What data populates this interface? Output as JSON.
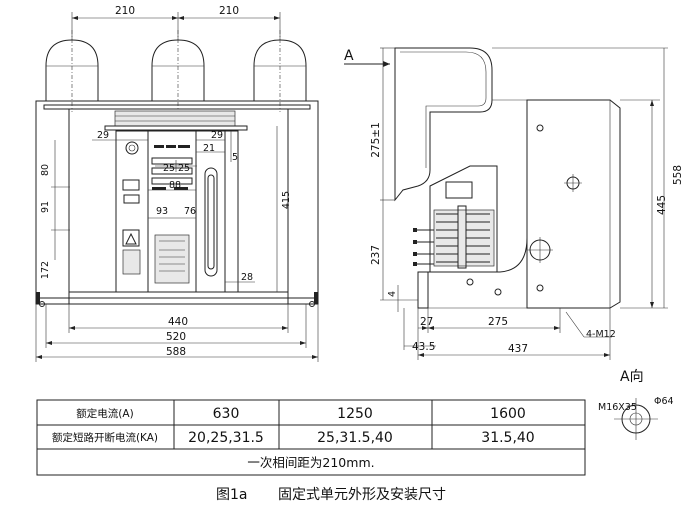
{
  "front_view": {
    "top_dims": [
      "210",
      "210"
    ],
    "dims": {
      "d29a": "29",
      "d29b": "29",
      "d21": "21",
      "d5": "5",
      "d25a": "25",
      "d25b": "25",
      "d88": "88",
      "d93": "93",
      "d76": "76",
      "d28": "28",
      "d80": "80",
      "d91": "91",
      "d172": "172",
      "d415": "415",
      "d440": "440",
      "d520": "520",
      "d588": "588"
    }
  },
  "side_view": {
    "view_marker": "A",
    "dims": {
      "d275pm": "275±1",
      "d237": "237",
      "d4": "4",
      "d27": "27",
      "d275": "275",
      "d435": "43.5",
      "d437": "437",
      "d445": "445",
      "d558": "558",
      "hole": "4-M12"
    }
  },
  "a_view": {
    "label": "A向",
    "dims": {
      "thread": "M16X35",
      "dia": "Φ64"
    }
  },
  "rating_table": {
    "rows": [
      {
        "label": "额定电流(A)",
        "values": [
          "630",
          "1250",
          "1600"
        ]
      },
      {
        "label": "额定短路开断电流(KA)",
        "values": [
          "20,25,31.5",
          "25,31.5,40",
          "31.5,40"
        ]
      }
    ],
    "note": "一次相间距为210mm."
  },
  "caption": {
    "fig": "图1a",
    "title": "固定式单元外形及安装尺寸"
  }
}
